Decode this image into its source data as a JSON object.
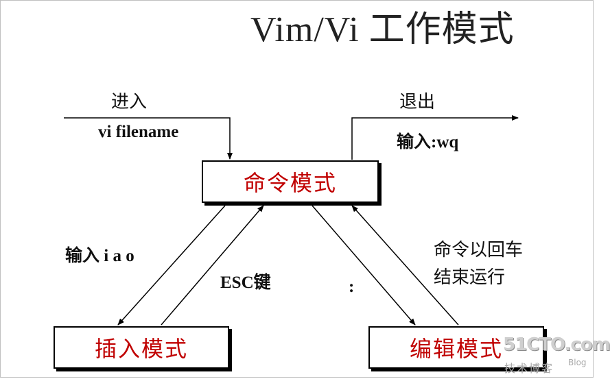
{
  "title": "Vim/Vi 工作模式",
  "labels": {
    "enter": "进入",
    "enter_cmd": "vi filename",
    "exit": "退出",
    "exit_cmd": "输入:wq",
    "insert_keys": "输入 i a o",
    "esc_key": "ESC键",
    "colon": ":",
    "run_end_line1": "命令以回车",
    "run_end_line2": "结束运行"
  },
  "modes": {
    "command": "命令模式",
    "insert": "插入模式",
    "edit": "编辑模式"
  },
  "colors": {
    "mode_text": "#c00000",
    "lines": "#000000"
  },
  "watermark": {
    "site": "51CTO.com",
    "sub": "技术博客",
    "blog": "Blog"
  }
}
